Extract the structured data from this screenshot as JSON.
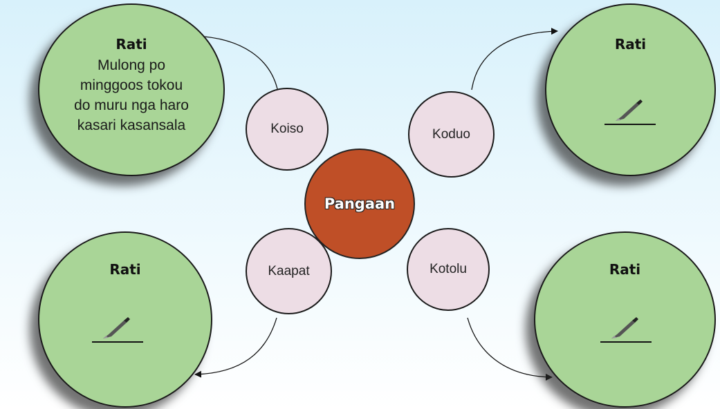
{
  "center": {
    "label": "Pangaan"
  },
  "steps": [
    {
      "label": "Koiso"
    },
    {
      "label": "Koduo"
    },
    {
      "label": "Kotolu"
    },
    {
      "label": "Kaapat"
    }
  ],
  "rati": [
    {
      "title": "Rati",
      "text": "Mulong po\nminggoos tokou\ndo muru nga haro\nkasari kasansala",
      "icon": "none"
    },
    {
      "title": "Rati",
      "text": "",
      "icon": "pen-icon"
    },
    {
      "title": "Rati",
      "text": "",
      "icon": "pen-icon"
    },
    {
      "title": "Rati",
      "text": "",
      "icon": "pen-icon"
    }
  ],
  "colors": {
    "rati_fill": "#a9d597",
    "step_fill": "#eddde5",
    "center_fill": "#bf4f27"
  }
}
